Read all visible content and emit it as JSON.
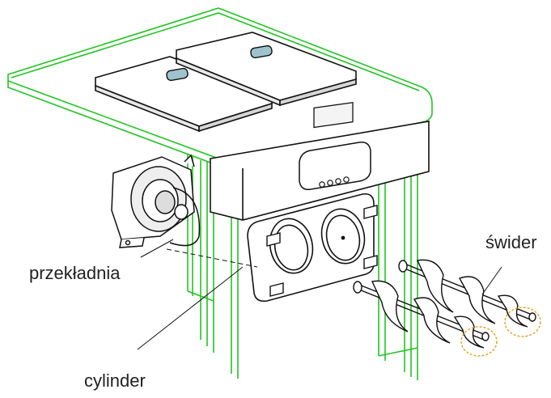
{
  "labels": {
    "gearbox": "przekładnia",
    "auger": "świder",
    "cylinder": "cylinder"
  },
  "colors": {
    "frame": "#22c422",
    "outline": "#111111",
    "auger_accent": "#e3a21a"
  }
}
